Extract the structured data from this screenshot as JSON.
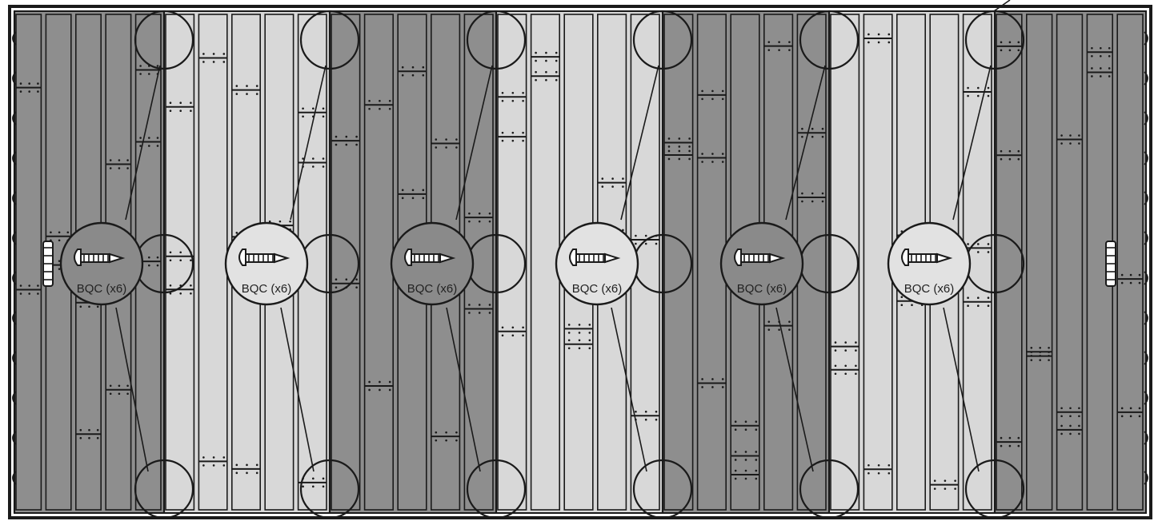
{
  "diagram": {
    "colors": {
      "background": "#ffffff",
      "outline": "#1a1a1a",
      "dark_panel": "#8e8e8e",
      "light_panel": "#d8d8d8",
      "dark_callout": "#8a8a8a",
      "light_callout": "#e2e2e2"
    },
    "sections": [
      {
        "tone": "dark"
      },
      {
        "tone": "light"
      },
      {
        "tone": "dark"
      },
      {
        "tone": "light"
      },
      {
        "tone": "dark"
      },
      {
        "tone": "light"
      },
      {
        "tone": "dark"
      }
    ],
    "callouts": [
      {
        "label": "BQC (x6)",
        "icon": "screw-icon",
        "tone": "dark"
      },
      {
        "label": "BQC (x6)",
        "icon": "screw-icon",
        "tone": "light"
      },
      {
        "label": "BQC (x6)",
        "icon": "screw-icon",
        "tone": "dark"
      },
      {
        "label": "BQC (x6)",
        "icon": "screw-icon",
        "tone": "light"
      },
      {
        "label": "BQC (x6)",
        "icon": "screw-icon",
        "tone": "dark"
      },
      {
        "label": "BQC (x6)",
        "icon": "screw-icon",
        "tone": "light"
      }
    ]
  }
}
